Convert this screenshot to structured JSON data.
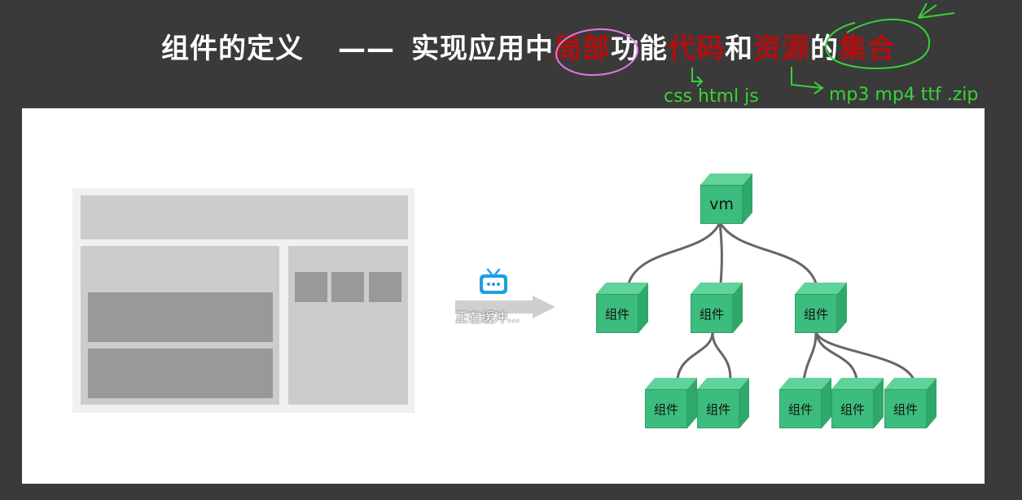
{
  "slide": {
    "title_a": "组件的定义",
    "title_dash": "——",
    "title_b1": "实现应用中",
    "title_r1": "局部",
    "title_b2": "功能",
    "title_r2": "代码",
    "title_b3": "和",
    "title_r3": "资源",
    "title_b4": "的",
    "title_r4": "集合"
  },
  "annotations": {
    "code_note": "css html js",
    "resource_note": "mp3 mp4 ttf .zip"
  },
  "overlay": {
    "buffering_text": "正在缓冲..."
  },
  "tree": {
    "root": "vm",
    "node_label": "组件"
  },
  "colors": {
    "background": "#3a3a3a",
    "title": "#ffffff",
    "highlight": "#b50d0d",
    "annotation": "#39d239",
    "cube": "#3dbd7d"
  }
}
